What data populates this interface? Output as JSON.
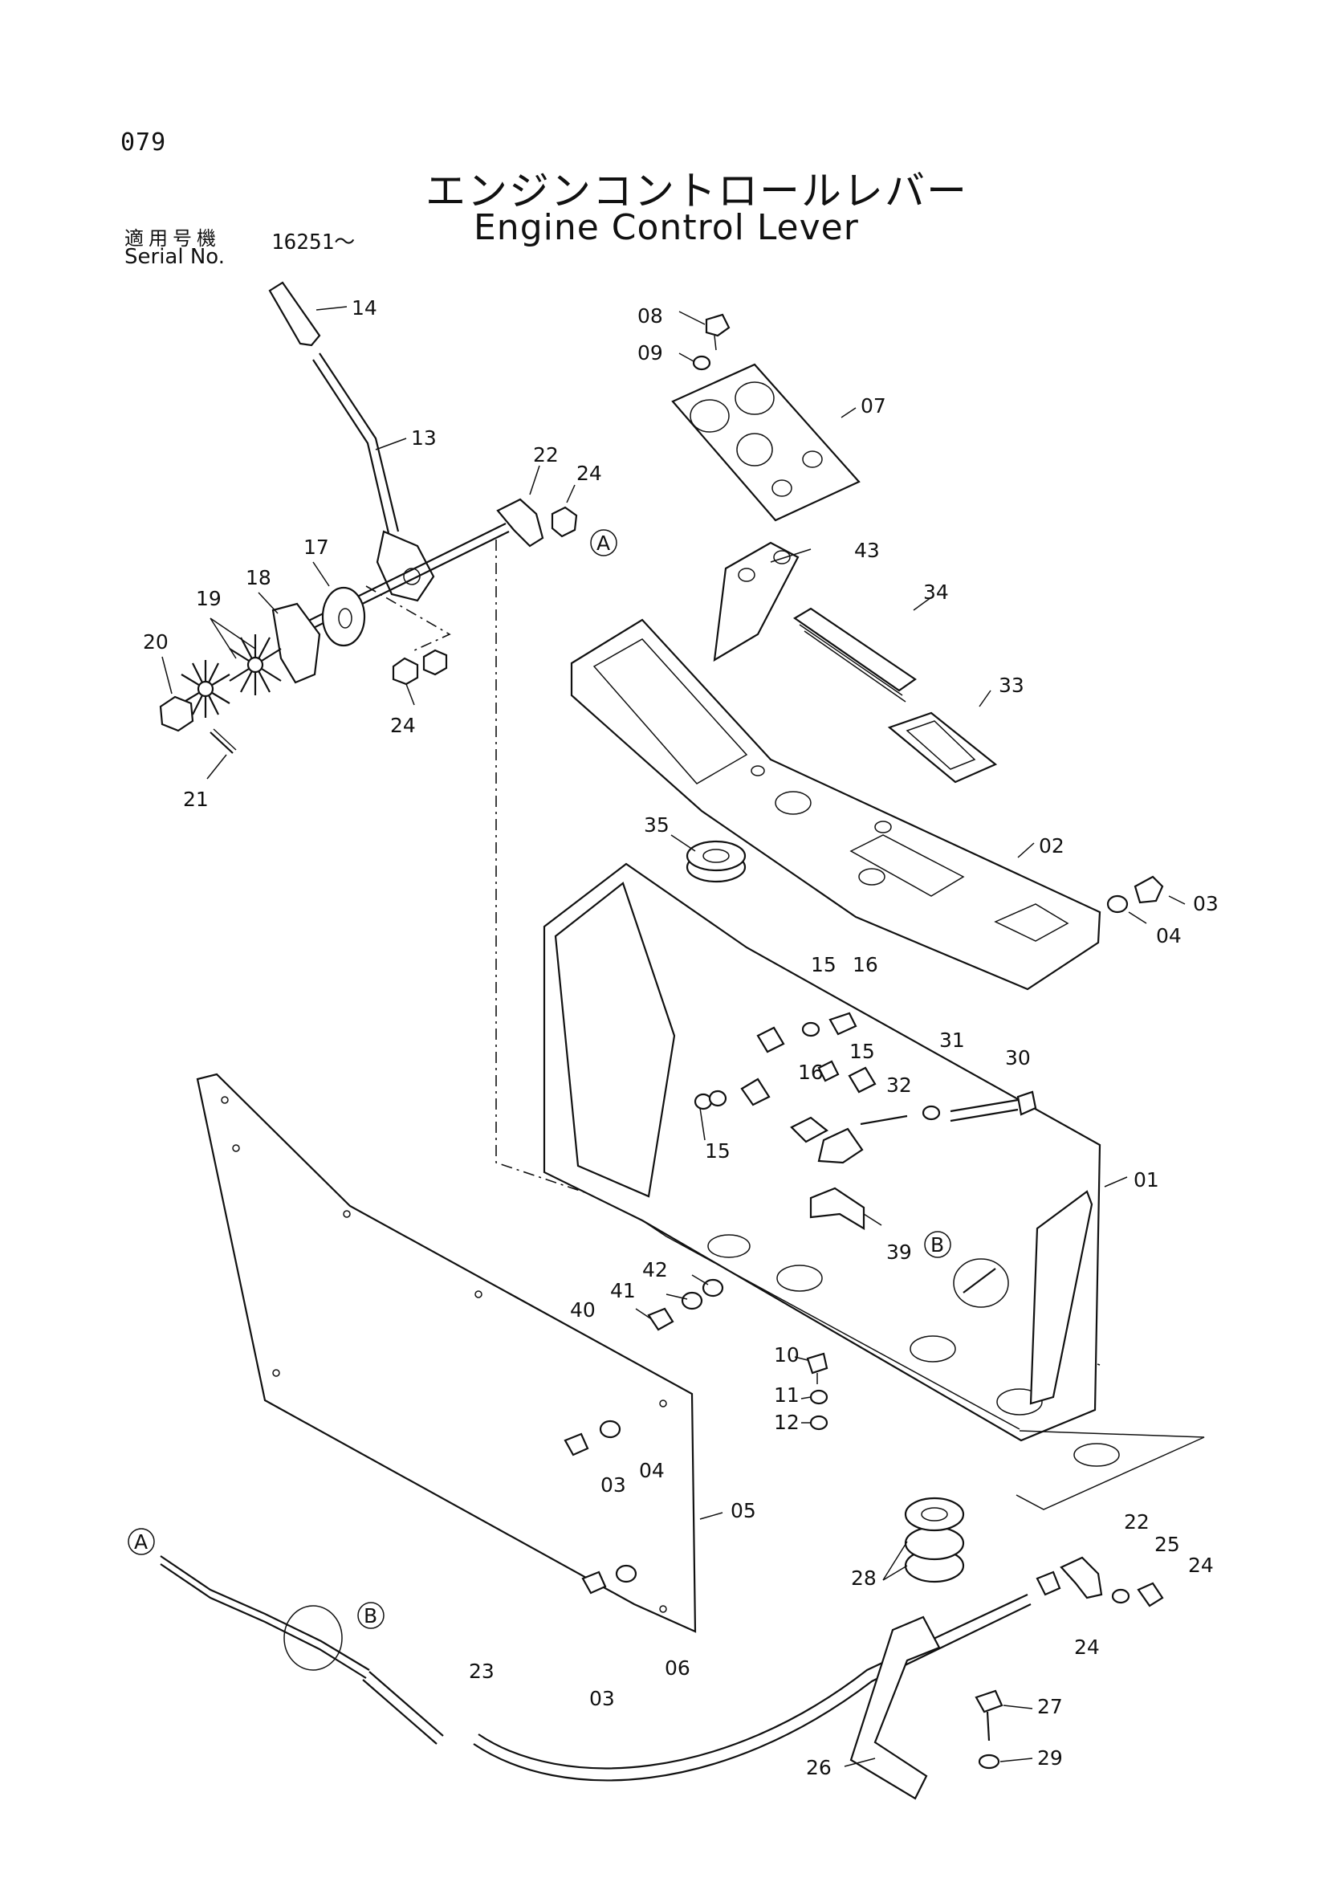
{
  "header": {
    "page_number": "079",
    "title_jp": "エンジンコントロールレバー",
    "title_en": "Engine Control Lever",
    "serial_label_jp": "適用号機",
    "serial_label_en": "Serial No.",
    "serial_value": "16251〜"
  },
  "callouts": [
    {
      "id": "c-14",
      "text": "14"
    },
    {
      "id": "c-13",
      "text": "13"
    },
    {
      "id": "c-22a",
      "text": "22"
    },
    {
      "id": "c-24a",
      "text": "24"
    },
    {
      "id": "c-17",
      "text": "17"
    },
    {
      "id": "c-18",
      "text": "18"
    },
    {
      "id": "c-19",
      "text": "19"
    },
    {
      "id": "c-20",
      "text": "20"
    },
    {
      "id": "c-21",
      "text": "21"
    },
    {
      "id": "c-24b",
      "text": "24"
    },
    {
      "id": "c-08",
      "text": "08"
    },
    {
      "id": "c-09",
      "text": "09"
    },
    {
      "id": "c-07",
      "text": "07"
    },
    {
      "id": "c-43",
      "text": "43"
    },
    {
      "id": "c-34",
      "text": "34"
    },
    {
      "id": "c-33",
      "text": "33"
    },
    {
      "id": "c-35",
      "text": "35"
    },
    {
      "id": "c-02",
      "text": "02"
    },
    {
      "id": "c-03a",
      "text": "03"
    },
    {
      "id": "c-04a",
      "text": "04"
    },
    {
      "id": "c-15a",
      "text": "15"
    },
    {
      "id": "c-16a",
      "text": "16"
    },
    {
      "id": "c-15b",
      "text": "15"
    },
    {
      "id": "c-16b",
      "text": "16"
    },
    {
      "id": "c-31",
      "text": "31"
    },
    {
      "id": "c-30",
      "text": "30"
    },
    {
      "id": "c-32",
      "text": "32"
    },
    {
      "id": "c-15c",
      "text": "15"
    },
    {
      "id": "c-01",
      "text": "01"
    },
    {
      "id": "c-39",
      "text": "39"
    },
    {
      "id": "c-42",
      "text": "42"
    },
    {
      "id": "c-41",
      "text": "41"
    },
    {
      "id": "c-40",
      "text": "40"
    },
    {
      "id": "c-10",
      "text": "10"
    },
    {
      "id": "c-11",
      "text": "11"
    },
    {
      "id": "c-12",
      "text": "12"
    },
    {
      "id": "c-03b",
      "text": "03"
    },
    {
      "id": "c-04b",
      "text": "04"
    },
    {
      "id": "c-05",
      "text": "05"
    },
    {
      "id": "c-22b",
      "text": "22"
    },
    {
      "id": "c-25",
      "text": "25"
    },
    {
      "id": "c-24c",
      "text": "24"
    },
    {
      "id": "c-28",
      "text": "28"
    },
    {
      "id": "c-24d",
      "text": "24"
    },
    {
      "id": "c-23",
      "text": "23"
    },
    {
      "id": "c-06",
      "text": "06"
    },
    {
      "id": "c-03c",
      "text": "03"
    },
    {
      "id": "c-27",
      "text": "27"
    },
    {
      "id": "c-29",
      "text": "29"
    },
    {
      "id": "c-26",
      "text": "26"
    }
  ],
  "ref_markers": [
    {
      "id": "ref-a1",
      "text": "A"
    },
    {
      "id": "ref-a2",
      "text": "A"
    },
    {
      "id": "ref-b1",
      "text": "B"
    },
    {
      "id": "ref-b2",
      "text": "B"
    }
  ]
}
